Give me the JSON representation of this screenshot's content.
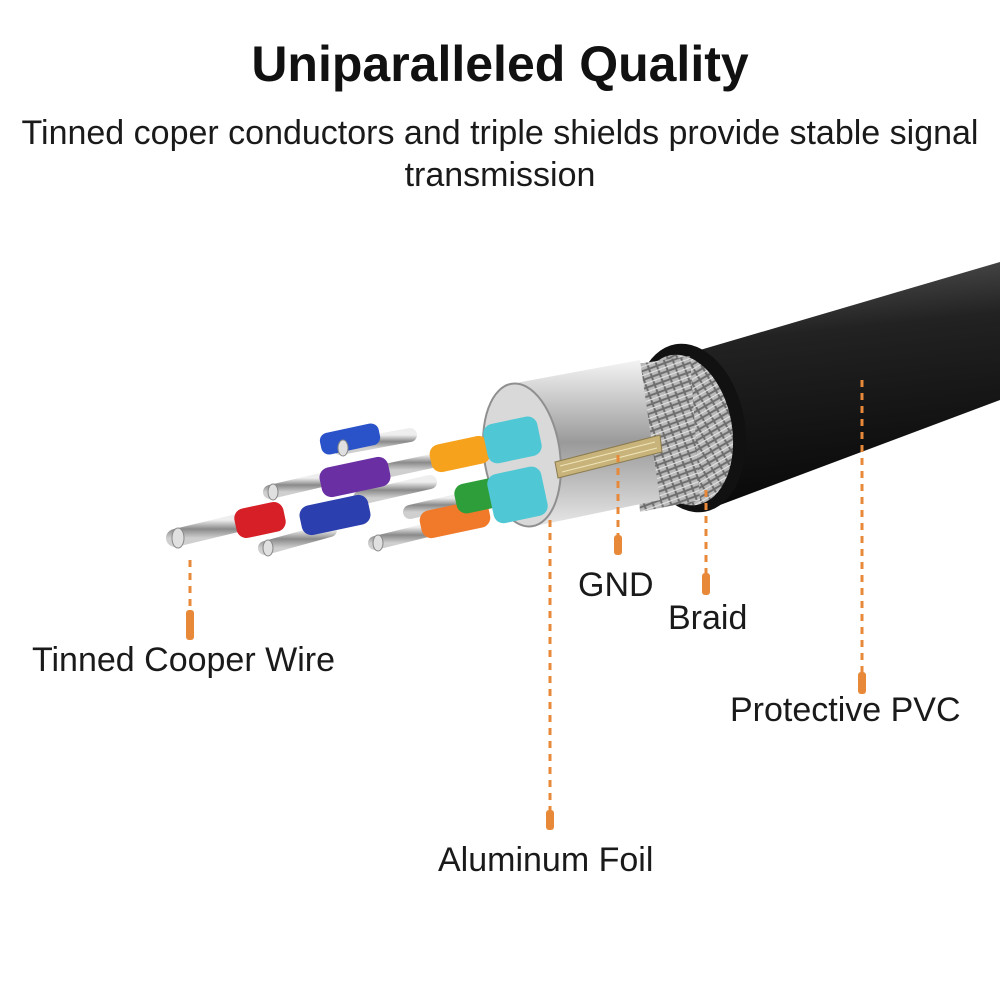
{
  "header": {
    "title": "Uniparalleled Quality",
    "subtitle": "Tinned coper conductors and triple shields provide stable signal transmission"
  },
  "callouts": {
    "tinned_wire": "Tinned Cooper Wire",
    "aluminum_foil": "Aluminum Foil",
    "gnd": "GND",
    "braid": "Braid",
    "pvc": "Protective PVC"
  },
  "colors": {
    "leader_line": "#e8893a",
    "jacket": "#1e1e1e",
    "text": "#1a1a1a"
  }
}
